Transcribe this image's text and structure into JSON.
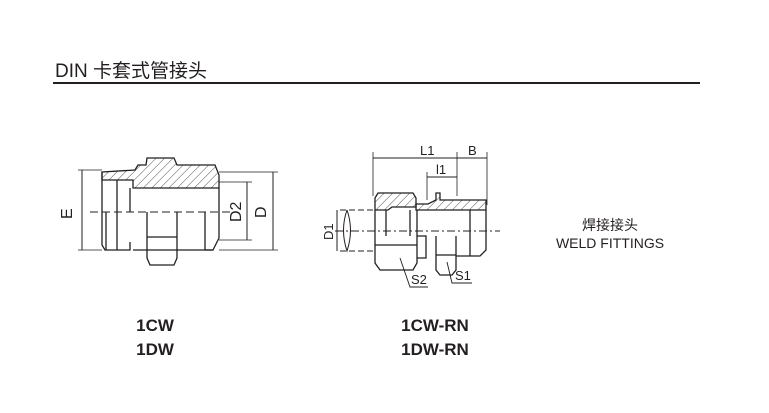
{
  "header": {
    "title": "DIN 卡套式管接头"
  },
  "fittings": [
    {
      "id": "left",
      "dimension_labels": {
        "E": "E",
        "D2": "D2",
        "D": "D"
      },
      "codes": [
        "1CW",
        "1DW"
      ]
    },
    {
      "id": "right",
      "dimension_labels": {
        "L1": "L1",
        "B": "B",
        "l1": "l1",
        "D1": "D1",
        "S1": "S1",
        "S2": "S2"
      },
      "codes": [
        "1CW-RN",
        "1DW-RN"
      ]
    }
  ],
  "caption": {
    "cn": "焊接接头",
    "en": "WELD FITTINGS"
  }
}
